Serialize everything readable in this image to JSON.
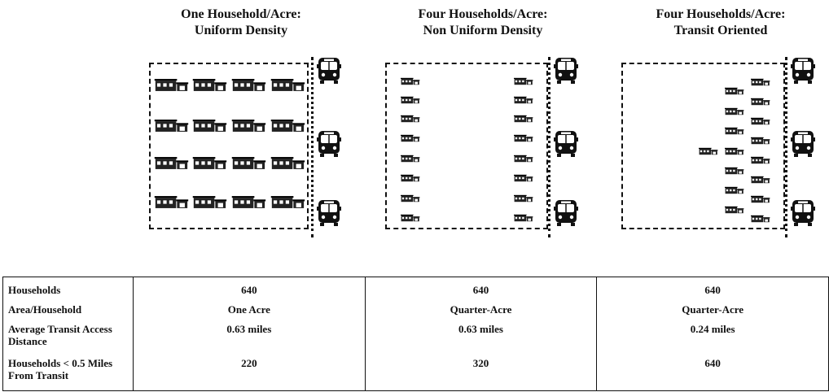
{
  "panels": [
    {
      "title_line1": "One Household/Acre:",
      "title_line2": "Uniform Density"
    },
    {
      "title_line1": "Four Households/Acre:",
      "title_line2": "Non Uniform Density"
    },
    {
      "title_line1": "Four Households/Acre:",
      "title_line2": "Transit Oriented"
    }
  ],
  "table": {
    "row_labels": [
      "Households",
      "Area/Household",
      "Average Transit Access Distance",
      "Households < 0.5 Miles From Transit"
    ],
    "columns": [
      {
        "households": "640",
        "area": "One Acre",
        "distance": "0.63 miles",
        "within_half_mile": "220"
      },
      {
        "households": "640",
        "area": "Quarter-Acre",
        "distance": "0.63 miles",
        "within_half_mile": "320"
      },
      {
        "households": "640",
        "area": "Quarter-Acre",
        "distance": "0.24 miles",
        "within_half_mile": "640"
      }
    ]
  },
  "icons": {
    "house": "house-icon",
    "bus": "bus-icon"
  }
}
